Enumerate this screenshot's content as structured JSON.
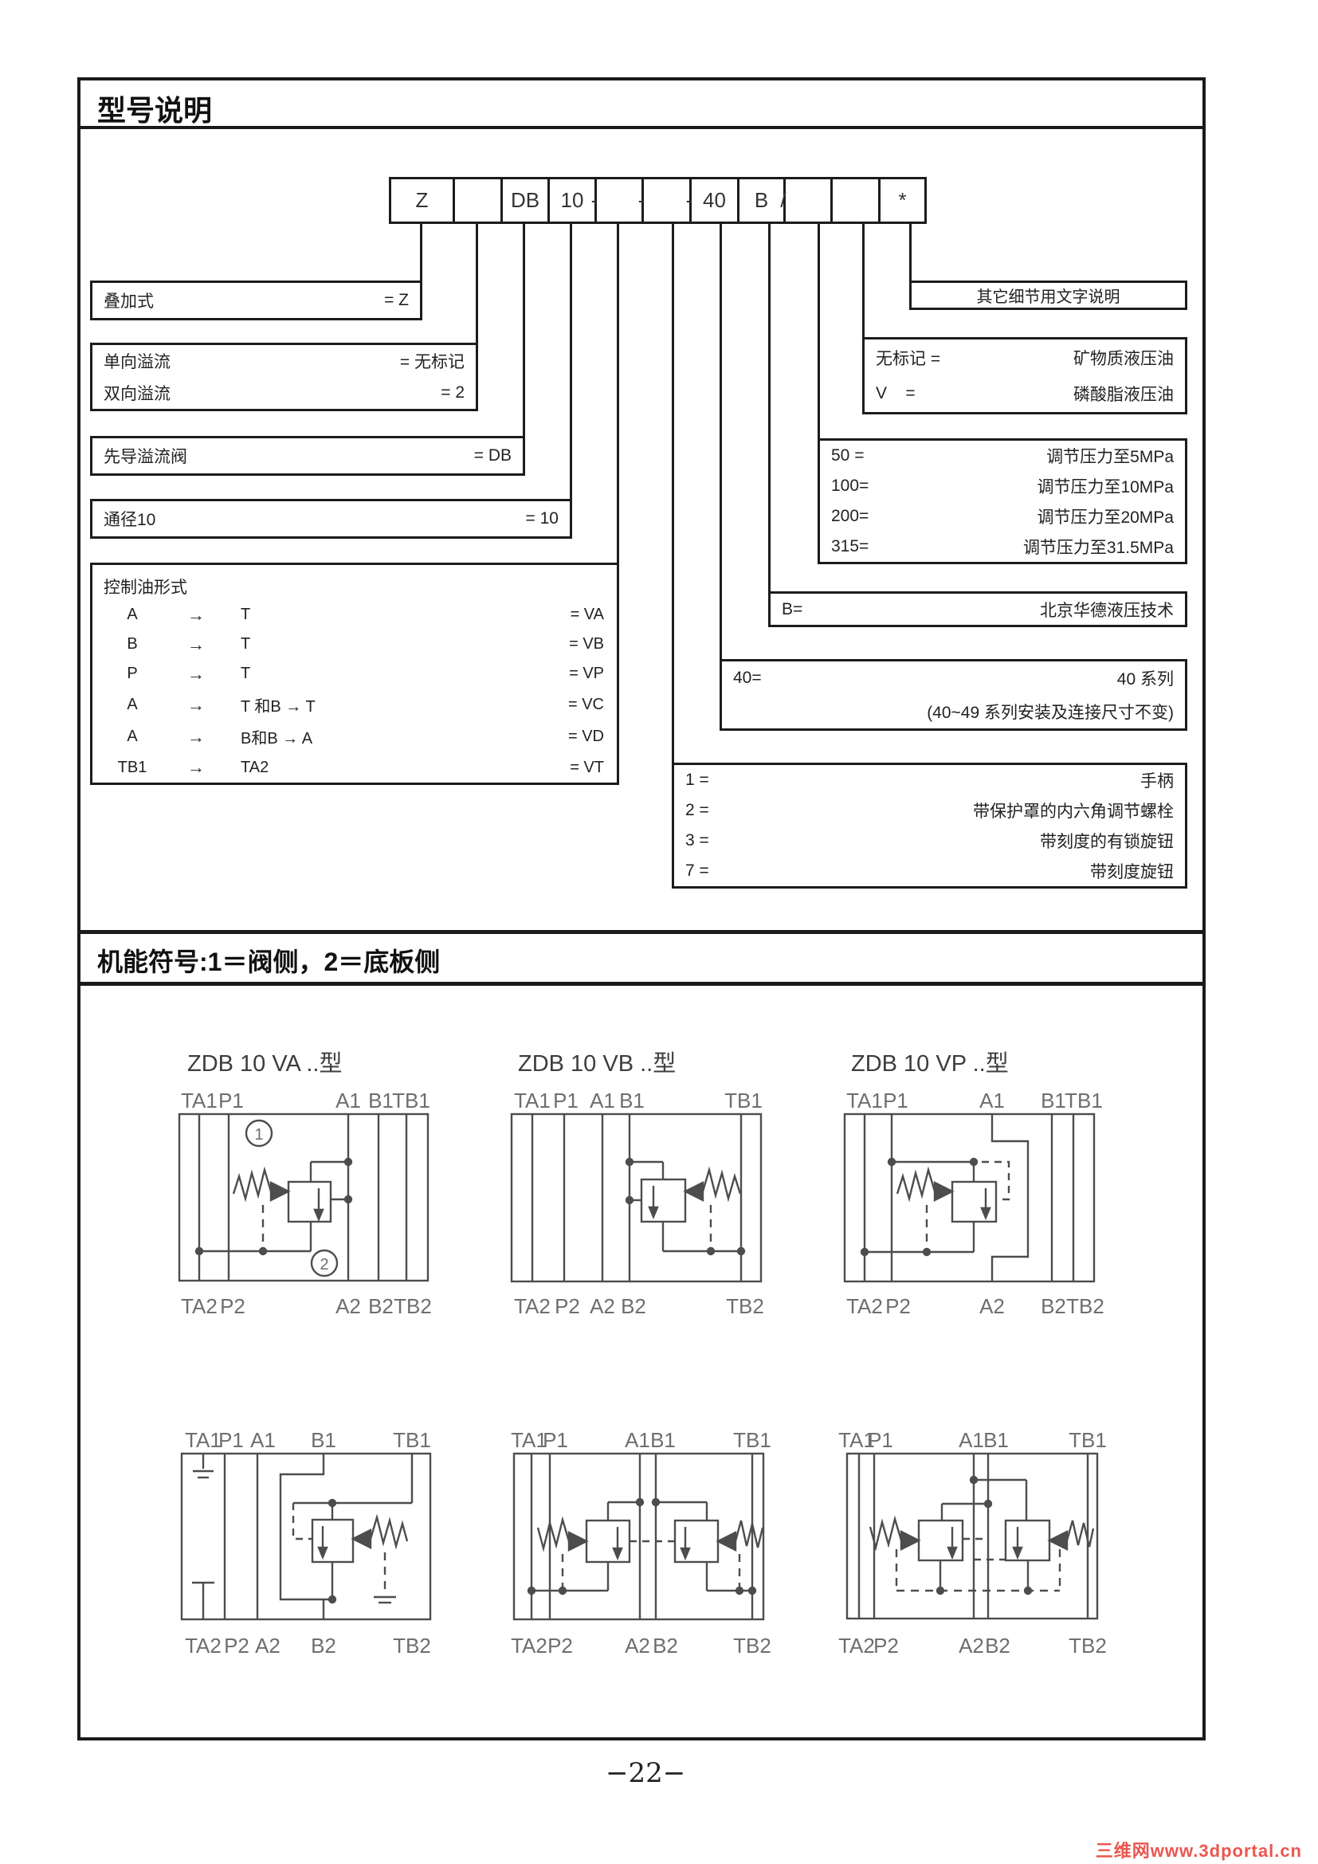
{
  "section1": {
    "title": "型号说明",
    "code_row": {
      "cells": [
        "Z",
        "",
        "DB",
        "10",
        "",
        "",
        "40",
        "B",
        "",
        "",
        "*"
      ],
      "dash": "-",
      "slash": "/"
    },
    "left_boxes": {
      "stack_type": {
        "label": "叠加式",
        "value": "= Z"
      },
      "overflow": {
        "rows": [
          {
            "label": "单向溢流",
            "value": "= 无标记"
          },
          {
            "label": "双向溢流",
            "value": "= 2"
          }
        ]
      },
      "pilot_valve": {
        "label": "先导溢流阀",
        "value": "= DB"
      },
      "size": {
        "label": "通径10",
        "value": "= 10"
      },
      "control_oil": {
        "title": "控制油形式",
        "arrow": "→",
        "rows": [
          {
            "from": "A",
            "to": "T",
            "value": "= VA"
          },
          {
            "from": "B",
            "to": "T",
            "value": "= VB"
          },
          {
            "from": "P",
            "to": "T",
            "value": "= VP"
          },
          {
            "from": "A",
            "to": "T 和B → T",
            "value": "= VC"
          },
          {
            "from": "A",
            "to": "B和B → A",
            "value": "= VD"
          },
          {
            "from": "TB1",
            "to": "TA2",
            "value": "= VT"
          }
        ]
      }
    },
    "right_boxes": {
      "other_details": {
        "text": "其它细节用文字说明"
      },
      "fluid": {
        "rows": [
          {
            "label": "无标记 =",
            "value": "矿物质液压油"
          },
          {
            "label": "V    =",
            "value": "磷酸脂液压油"
          }
        ]
      },
      "pressure": {
        "rows": [
          {
            "label": "50 =",
            "value": "调节压力至5MPa"
          },
          {
            "label": "100=",
            "value": "调节压力至10MPa"
          },
          {
            "label": "200=",
            "value": "调节压力至20MPa"
          },
          {
            "label": "315=",
            "value": "调节压力至31.5MPa"
          }
        ]
      },
      "brand": {
        "label": "B=",
        "value": "北京华德液压技术"
      },
      "series": {
        "label": "40=",
        "value": "40 系列",
        "note": "(40~49 系列安装及连接尺寸不变)"
      },
      "adjustment": {
        "rows": [
          {
            "label": "1 =",
            "value": "手柄"
          },
          {
            "label": "2 =",
            "value": "带保护罩的内六角调节螺栓"
          },
          {
            "label": "3 =",
            "value": "带刻度的有锁旋钮"
          },
          {
            "label": "7 =",
            "value": "带刻度旋钮"
          }
        ]
      }
    }
  },
  "section2": {
    "title": "机能符号:1＝阀侧，2＝底板侧",
    "diagrams": [
      {
        "title": "ZDB 10 VA ..型",
        "top_ports": [
          "TA1",
          "P1",
          "A1",
          "B1",
          "TB1"
        ],
        "bottom_ports": [
          "TA2",
          "P2",
          "A2",
          "B2",
          "TB2"
        ],
        "callouts": [
          "1",
          "2"
        ]
      },
      {
        "title": "ZDB 10 VB ..型",
        "top_ports": [
          "TA1",
          "P1",
          "A1",
          "B1",
          "TB1"
        ],
        "bottom_ports": [
          "TA2",
          "P2",
          "A2",
          "B2",
          "TB2"
        ]
      },
      {
        "title": "ZDB 10 VP ..型",
        "top_ports": [
          "TA1",
          "P1",
          "A1",
          "B1",
          "TB1"
        ],
        "bottom_ports": [
          "TA2",
          "P2",
          "A2",
          "B2",
          "TB2"
        ]
      },
      {
        "top_ports": [
          "TA1",
          "P1",
          "A1",
          "B1",
          "TB1"
        ],
        "bottom_ports": [
          "TA2",
          "P2",
          "A2",
          "B2",
          "TB2"
        ]
      },
      {
        "top_ports": [
          "TA1",
          "P1",
          "A1",
          "B1",
          "TB1"
        ],
        "bottom_ports": [
          "TA2",
          "P2",
          "A2",
          "B2",
          "TB2"
        ]
      },
      {
        "top_ports": [
          "TA1",
          "P1",
          "A1",
          "B1",
          "TB1"
        ],
        "bottom_ports": [
          "TA2",
          "P2",
          "A2",
          "B2",
          "TB2"
        ]
      }
    ]
  },
  "footer": {
    "page_number": "−22−",
    "watermark": "三维网www.3dportal.cn"
  }
}
